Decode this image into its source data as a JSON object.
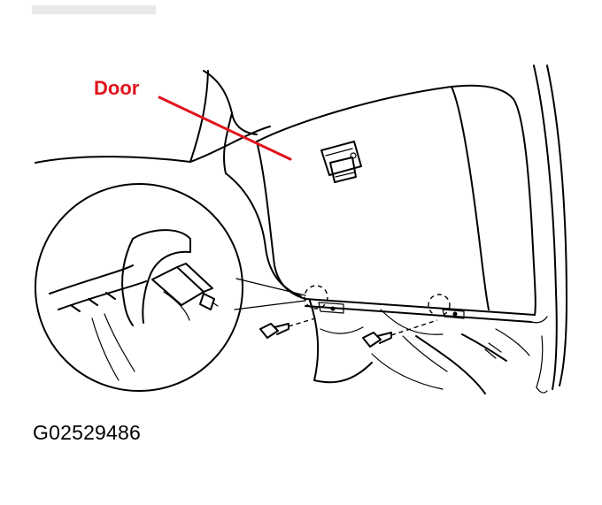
{
  "callout": {
    "label": "Door",
    "color": "#e0141c"
  },
  "figure_id": "G02529486",
  "icons": {
    "detail_inset": "magnified-latch-detail",
    "fastener": "bolt"
  }
}
